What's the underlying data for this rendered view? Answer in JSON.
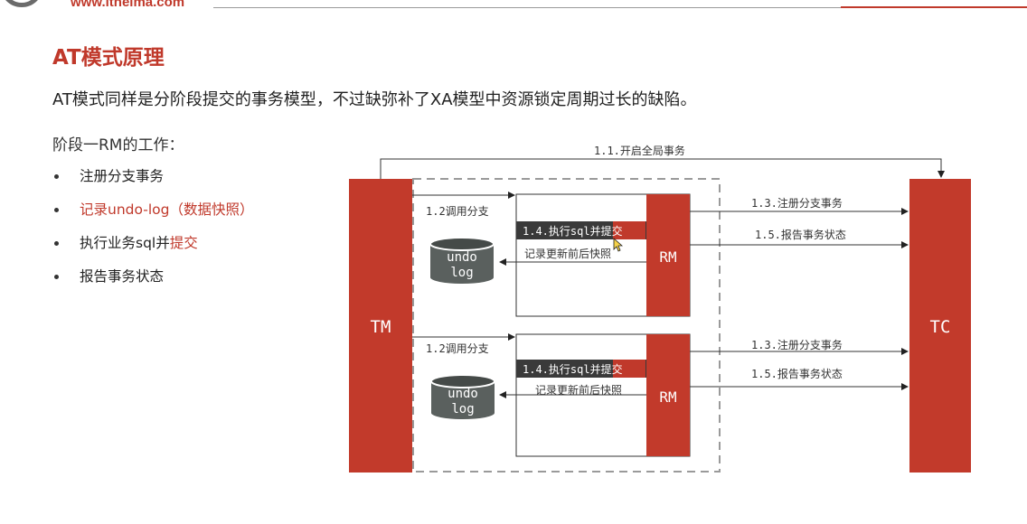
{
  "header": {
    "site_url": "www.itheima.com"
  },
  "slide": {
    "title": "AT模式原理",
    "description": "AT模式同样是分阶段提交的事务模型，不过缺弥补了XA模型中资源锁定周期过长的缺陷。",
    "phase_label": "阶段一RM的工作：",
    "bullets": [
      {
        "text": "注册分支事务",
        "highlight": false
      },
      {
        "text": "记录undo-log（数据快照）",
        "highlight": true
      },
      {
        "text_before": "执行业务sql并",
        "text_highlight": "提交"
      },
      {
        "text": "报告事务状态",
        "highlight": false
      }
    ]
  },
  "diagram": {
    "tm_label": "TM",
    "tc_label": "TC",
    "rm_label": "RM",
    "global_tx_label": "1.1.开启全局事务",
    "branch_call_label": "1.2调用分支",
    "exec_sql_label_before": "1.4.执行sql并",
    "exec_sql_label_highlight": "提交",
    "snapshot_label": "记录更新前后快照",
    "undo_log_line1": "undo",
    "undo_log_line2": "log",
    "register_branch_label": "1.3.注册分支事务",
    "report_status_label": "1.5.报告事务状态"
  },
  "colors": {
    "accent_red": "#c0392b",
    "box_red": "#c23a2b",
    "db_gray": "#5a605e",
    "dark_label_bg": "#3a3a3a",
    "dashed_border": "#9a9a9a"
  }
}
